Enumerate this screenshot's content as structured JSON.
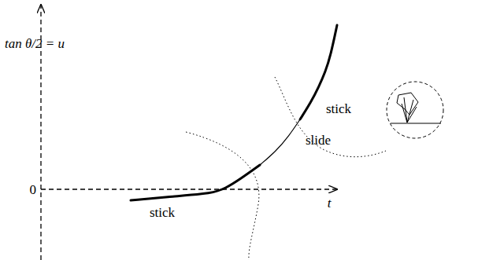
{
  "diagram": {
    "labels": [
      "tan θ/2 = u",
      "0",
      "t",
      "stick",
      "slide",
      "stick"
    ]
  }
}
